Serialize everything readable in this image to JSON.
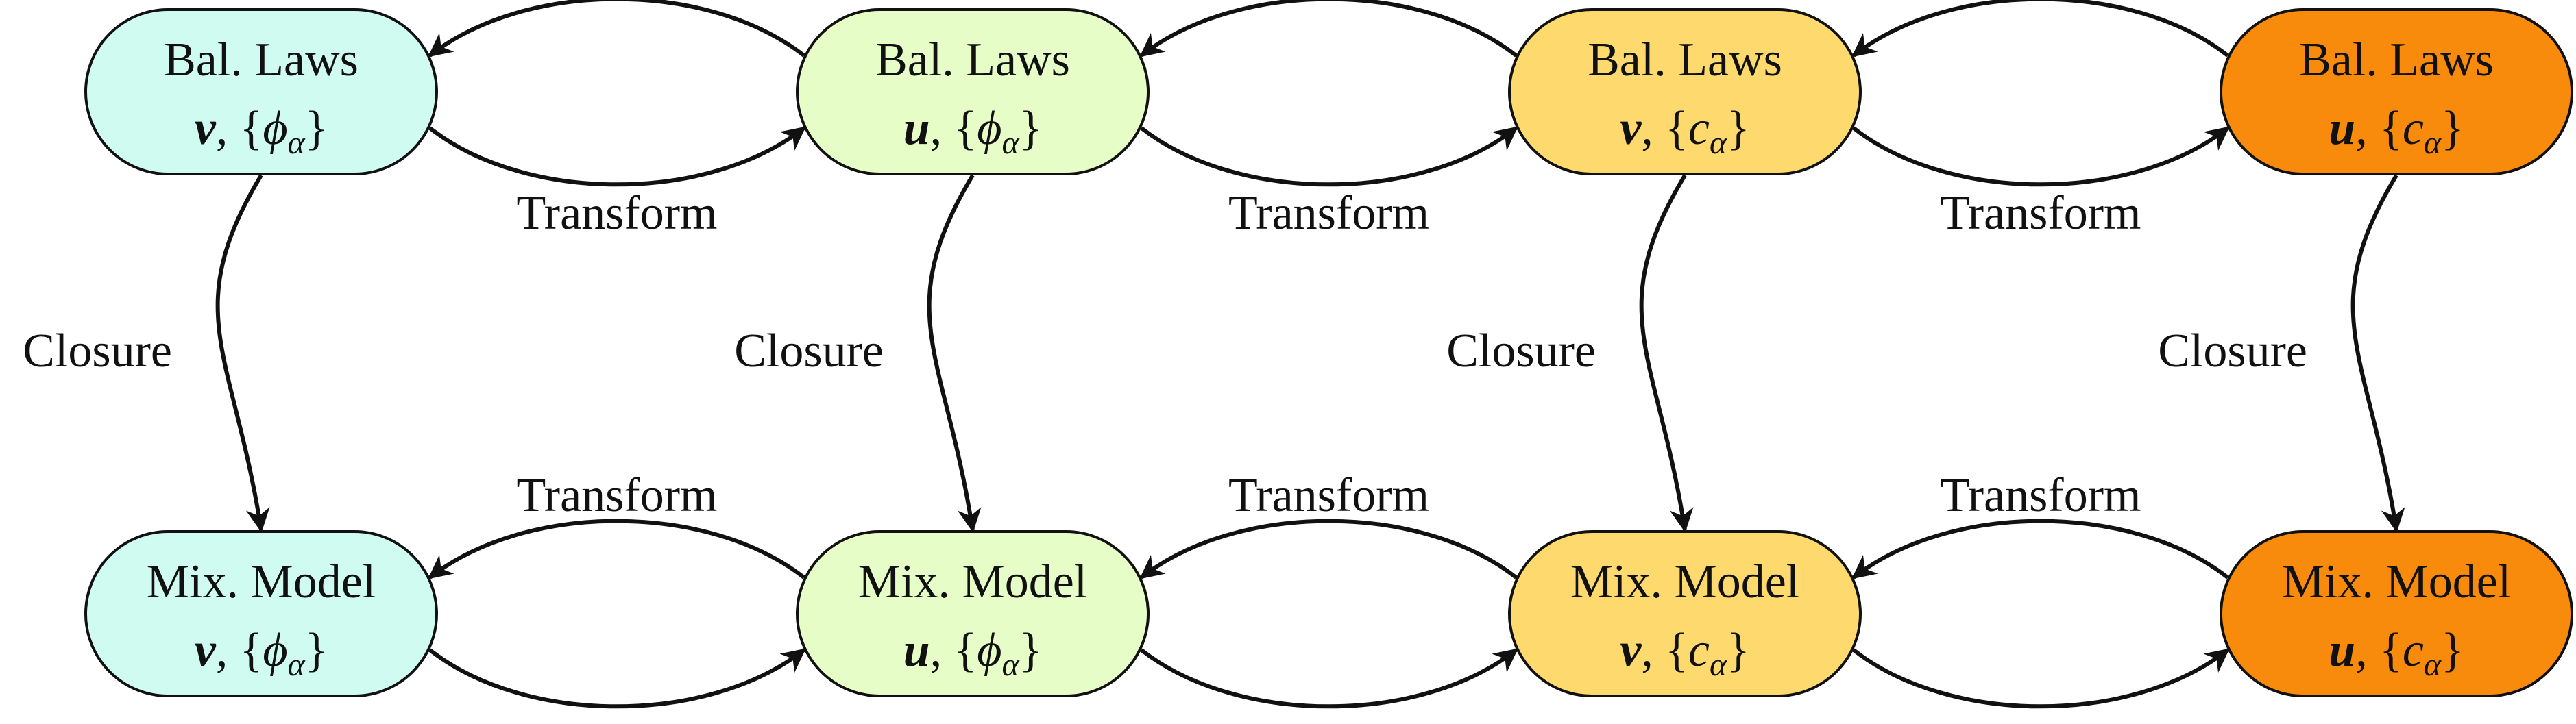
{
  "nodes": [
    {
      "id": "bal-v-phi",
      "title": "Bal. Laws",
      "velocity": "v",
      "sep": ", ",
      "var": "ϕ",
      "sub": "α",
      "color": "#d0fbf0"
    },
    {
      "id": "bal-u-phi",
      "title": "Bal. Laws",
      "velocity": "u",
      "sep": ", ",
      "var": "ϕ",
      "sub": "α",
      "color": "#e7fdc7"
    },
    {
      "id": "bal-v-c",
      "title": "Bal. Laws",
      "velocity": "v",
      "sep": ", ",
      "var": "c",
      "sub": "α",
      "color": "#fdd96e"
    },
    {
      "id": "bal-u-c",
      "title": "Bal. Laws",
      "velocity": "u",
      "sep": ", ",
      "var": "c",
      "sub": "α",
      "color": "#f88a0c"
    },
    {
      "id": "mix-v-phi",
      "title": "Mix. Model",
      "velocity": "v",
      "sep": ", ",
      "var": "ϕ",
      "sub": "α",
      "color": "#d0fbf0"
    },
    {
      "id": "mix-u-phi",
      "title": "Mix. Model",
      "velocity": "u",
      "sep": ", ",
      "var": "ϕ",
      "sub": "α",
      "color": "#e7fdc7"
    },
    {
      "id": "mix-v-c",
      "title": "Mix. Model",
      "velocity": "v",
      "sep": ", ",
      "var": "c",
      "sub": "α",
      "color": "#fdd96e"
    },
    {
      "id": "mix-u-c",
      "title": "Mix. Model",
      "velocity": "u",
      "sep": ", ",
      "var": "c",
      "sub": "α",
      "color": "#f88a0c"
    }
  ],
  "labels": {
    "transform": "Transform",
    "closure": "Closure"
  },
  "edges": [
    {
      "from": "bal-v-phi",
      "to": "bal-u-phi",
      "label": "transform"
    },
    {
      "from": "bal-u-phi",
      "to": "bal-v-phi"
    },
    {
      "from": "bal-u-phi",
      "to": "bal-v-c",
      "label": "transform"
    },
    {
      "from": "bal-v-c",
      "to": "bal-u-phi"
    },
    {
      "from": "bal-v-c",
      "to": "bal-u-c",
      "label": "transform"
    },
    {
      "from": "bal-u-c",
      "to": "bal-v-c"
    },
    {
      "from": "bal-v-phi",
      "to": "mix-v-phi",
      "label": "closure"
    },
    {
      "from": "bal-u-phi",
      "to": "mix-u-phi",
      "label": "closure"
    },
    {
      "from": "bal-v-c",
      "to": "mix-v-c",
      "label": "closure"
    },
    {
      "from": "bal-u-c",
      "to": "mix-u-c",
      "label": "closure"
    },
    {
      "from": "mix-v-phi",
      "to": "mix-u-phi"
    },
    {
      "from": "mix-u-phi",
      "to": "mix-v-phi",
      "label": "transform"
    },
    {
      "from": "mix-u-phi",
      "to": "mix-v-c"
    },
    {
      "from": "mix-v-c",
      "to": "mix-u-phi",
      "label": "transform"
    },
    {
      "from": "mix-v-c",
      "to": "mix-u-c"
    },
    {
      "from": "mix-u-c",
      "to": "mix-v-c",
      "label": "transform"
    }
  ]
}
